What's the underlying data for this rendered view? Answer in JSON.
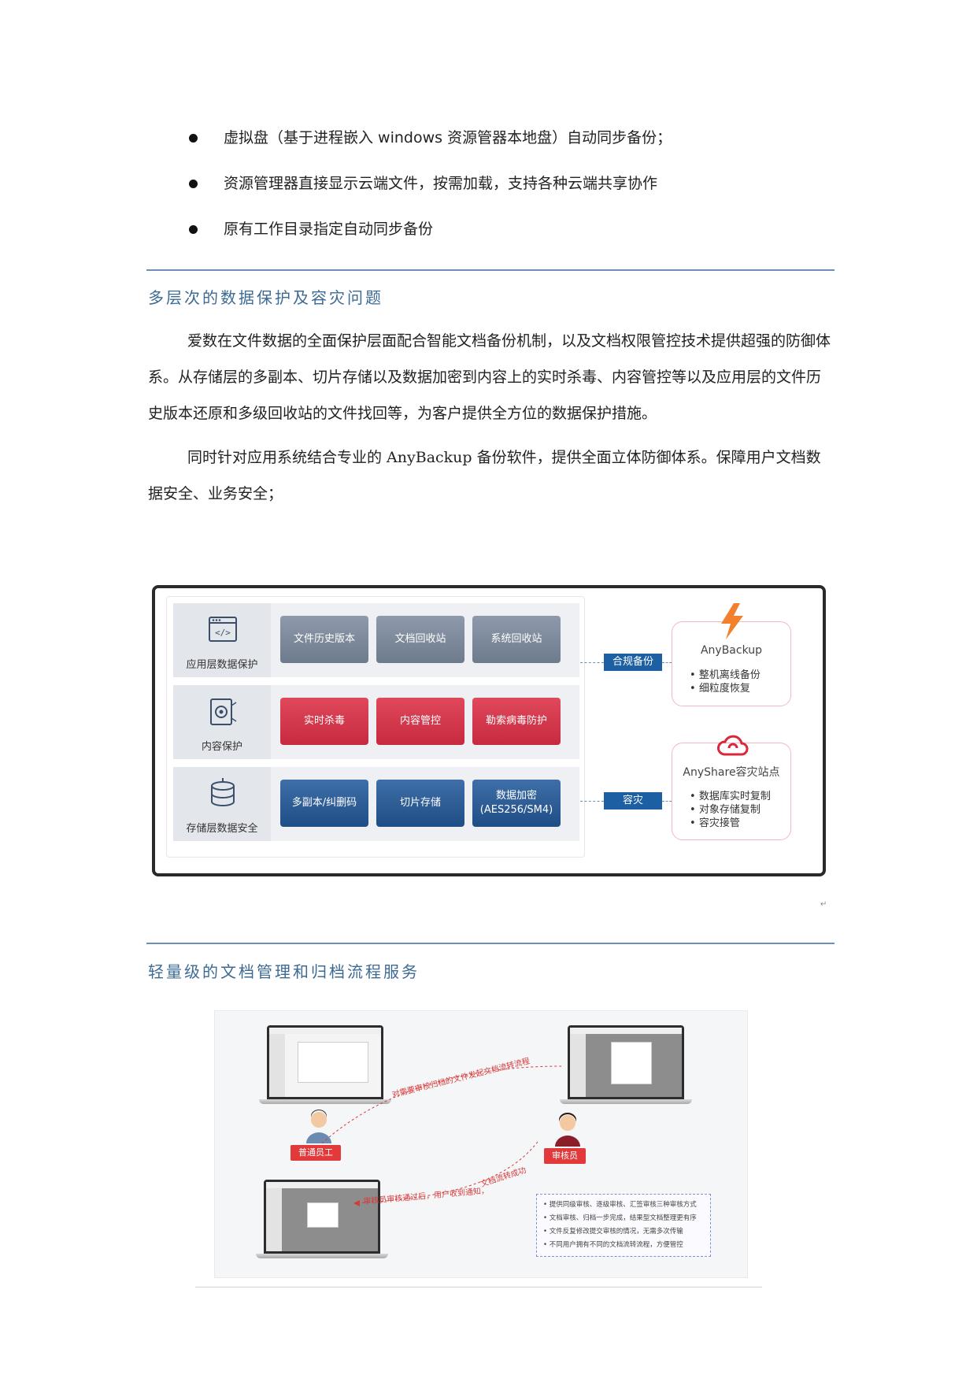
{
  "bullets": [
    "虚拟盘（基于进程嵌入 windows 资源管器本地盘）自动同步备份；",
    "资源管理器直接显示云端文件，按需加载，支持各种云端共享协作",
    "原有工作目录指定自动同步备份"
  ],
  "section1": {
    "heading": "多层次的数据保护及容灾问题",
    "para1": "爱数在文件数据的全面保护层面配合智能文档备份机制，以及文档权限管控技术提供超强的防御体系。从存储层的多副本、切片存储以及数据加密到内容上的实时杀毒、内容管控等以及应用层的文件历史版本还原和多级回收站的文件找回等，为客户提供全方位的数据保护措施。",
    "para2": "同时针对应用系统结合专业的 AnyBackup 备份软件，提供全面立体防御体系。保障用户文档数据安全、业务安全；"
  },
  "diagram1": {
    "layers": [
      {
        "label": "应用层数据保护",
        "icon": "code-window-icon",
        "boxes": [
          "文件历史版本",
          "文档回收站",
          "系统回收站"
        ],
        "color": "#7f8b9c"
      },
      {
        "label": "内容保护",
        "icon": "content-scan-icon",
        "boxes": [
          "实时杀毒",
          "内容管控",
          "勒索病毒防护"
        ],
        "color": "#d63a4e"
      },
      {
        "label": "存储层数据安全",
        "icon": "database-icon",
        "boxes": [
          "多副本/纠删码",
          "切片存储",
          "数据加密\n(AES256/SM4)"
        ],
        "color": "#2f5e98"
      }
    ],
    "tag_backup": "合规备份",
    "tag_dr": "容灾",
    "anybackup": {
      "title": "AnyBackup",
      "items": [
        "整机离线备份",
        "细粒度恢复"
      ],
      "icon": "lightning-icon"
    },
    "anyshare": {
      "title": "AnyShare容灾站点",
      "items": [
        "数据库实时复制",
        "对象存储复制",
        "容灾接管"
      ],
      "icon": "cloud-sync-icon"
    }
  },
  "return_mark": "↵",
  "section2": {
    "heading": "轻量级的文档管理和归档流程服务"
  },
  "diagram2": {
    "role_employee": "普通员工",
    "role_reviewer": "审核员",
    "flow_top": "对需要审核归档的文件发起文档流转流程",
    "flow_bottom1": "审核员审核通过后，用户收到通知，",
    "flow_bottom2": "文档流转成功",
    "features": [
      "提供同级审核、逐级审核、汇签审核三种审核方式",
      "文档审核、归档一步完成，结果型文档整理更有序",
      "文件反复修改提交审核的情况，无需多次传输",
      "不同用户拥有不同的文档流转流程，方便管控"
    ]
  }
}
